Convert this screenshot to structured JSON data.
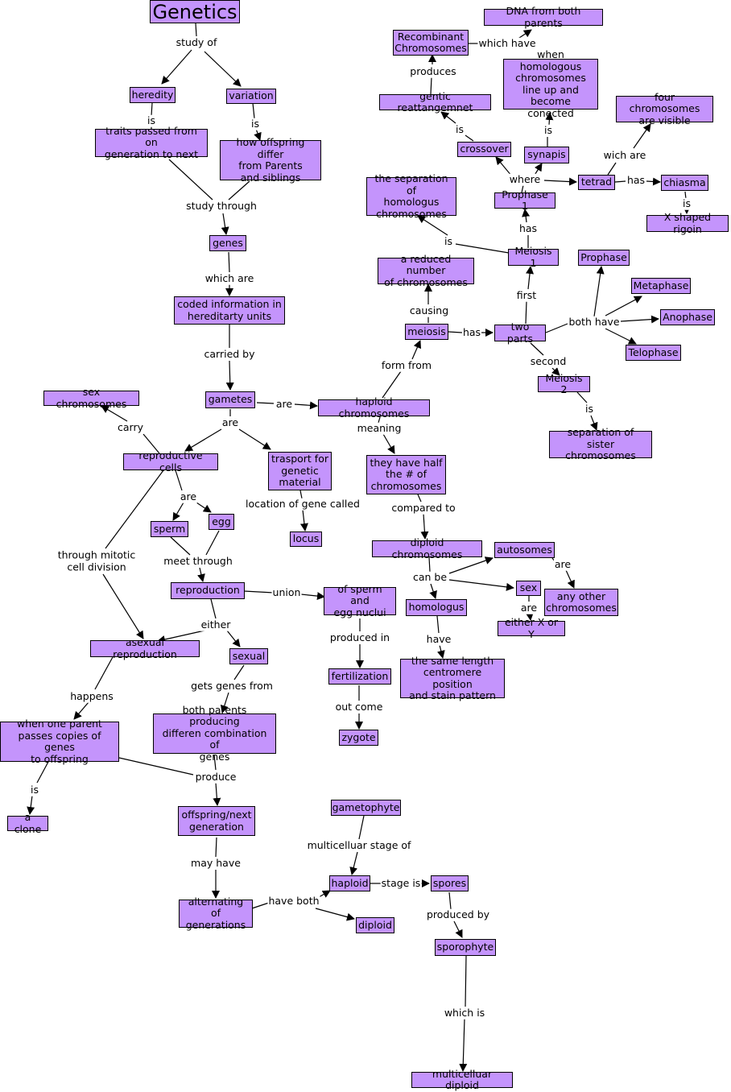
{
  "colors": {
    "node_fill": "#c494fc",
    "node_border": "#000000",
    "line": "#000000",
    "background": "#ffffff"
  },
  "nodes": {
    "genetics": "Genetics",
    "heredity": "heredity",
    "variation": "variation",
    "traits": "traits passed from on\ngeneration to next",
    "how_offspring": "how offspring differ\nfrom Parents\nand siblings",
    "genes": "genes",
    "coded_info": "coded information in\nhereditarty units",
    "gametes": "gametes",
    "sex_chromosomes": "sex chromosomes",
    "reproductive_cells": "reproductive cells",
    "trasport": "trasport for\ngenetic\nmaterial",
    "locus": "locus",
    "sperm": "sperm",
    "egg": "egg",
    "reproduction": "reproduction",
    "asexual_reproduction": "asexual reproduction",
    "sexual": "sexual",
    "one_parent": "when one parent\npasses copies of genes\nto offspring",
    "both_parents": "both parents producing\ndifferen combination of\ngenes",
    "clone": "a clone",
    "offspring_next": "offspring/next\ngeneration",
    "alternating": "alternating of\ngenerations",
    "haploid_chromosomes": "haploid chromosomes",
    "half_number": "they have half\nthe # of\nchromosomes",
    "diploid_chromosomes": "diploid chromosomes",
    "homologus": "homologus",
    "same_length": "the same length\ncentromere position\nand stain pattern",
    "autosomes": "autosomes",
    "sex": "sex",
    "any_other": "any other\nchromosomes",
    "either_xy": "either X or Y",
    "sperm_egg_nuclui": "of sperm and\negg nuclui",
    "fertilization": "fertilization",
    "zygote": "zygote",
    "meiosis": "meiosis",
    "reduced_number": "a reduced number\nof chromosomes",
    "two_parts": "two parts",
    "meiosis1": "Meiosis 1",
    "meiosis2": "Meiosis 2",
    "separation_sister": "separation of\nsister chromosomes",
    "separation_homologus": "the separation of\nhomologus\nchromosomes",
    "prophase1": "Prophase 1",
    "crossover": "crossover",
    "synapis": "synapis",
    "tetrad": "tetrad",
    "chiasma": "chiasma",
    "x_shaped": "X shaped rigoin",
    "four_chromosomes": "four chromosomes\nare visible",
    "homologous_line_up": "when homologous\nchromosomes\nline up and\nbecome conected",
    "gentic_reattangemnet": "gentic reattangemnet",
    "recombinant": "Recombinant\nChromosomes",
    "dna_both": "DNA from both parents",
    "prophase": "Prophase",
    "metaphase": "Metaphase",
    "anophase": "Anophase",
    "telophase": "Telophase",
    "gametophyte": "gametophyte",
    "haploid": "haploid",
    "spores": "spores",
    "diploid": "diploid",
    "sporophyte": "sporophyte",
    "multicelluar_diploid": "multicelluar diploid"
  },
  "links": {
    "study_of": "study of",
    "is_heredity": "is",
    "is_variation": "is",
    "study_through": "study through",
    "which_are": "which are",
    "carried_by": "carried by",
    "are_gametes": "are",
    "are_haploid": "are",
    "carry": "carry",
    "location_of_gene": "location of gene called",
    "are_cells": "are",
    "meet_through": "meet through",
    "through_mitotic": "through mitotic\ncell division",
    "either": "either",
    "union": "union",
    "happens": "happens",
    "gets_genes_from": "gets genes from",
    "is_clone": "is",
    "produce": "produce",
    "may_have": "may have",
    "have_both": "have both",
    "meaning": "meaning",
    "compared_to": "compared to",
    "can_be": "can be",
    "are_autosomes": "are",
    "are_sex": "are",
    "have_homologus": "have",
    "produced_in": "produced in",
    "out_come": "out come",
    "form_from": "form from",
    "causing": "causing",
    "has_meiosis": "has",
    "first": "first",
    "second": "second",
    "is_meiosis2": "is",
    "both_have": "both have",
    "is_meiosis1": "is",
    "has_meiosis1": "has",
    "where": "where",
    "is_crossover": "is",
    "is_synapis": "is",
    "has_tetrad": "has",
    "wich_are": "wich are",
    "is_chiasma": "is",
    "produces": "produces",
    "which_have": "which have",
    "multicelluar_stage_of": "multicelluar stage of",
    "stage_is": "stage is",
    "produced_by": "produced by",
    "which_is": "which is"
  }
}
